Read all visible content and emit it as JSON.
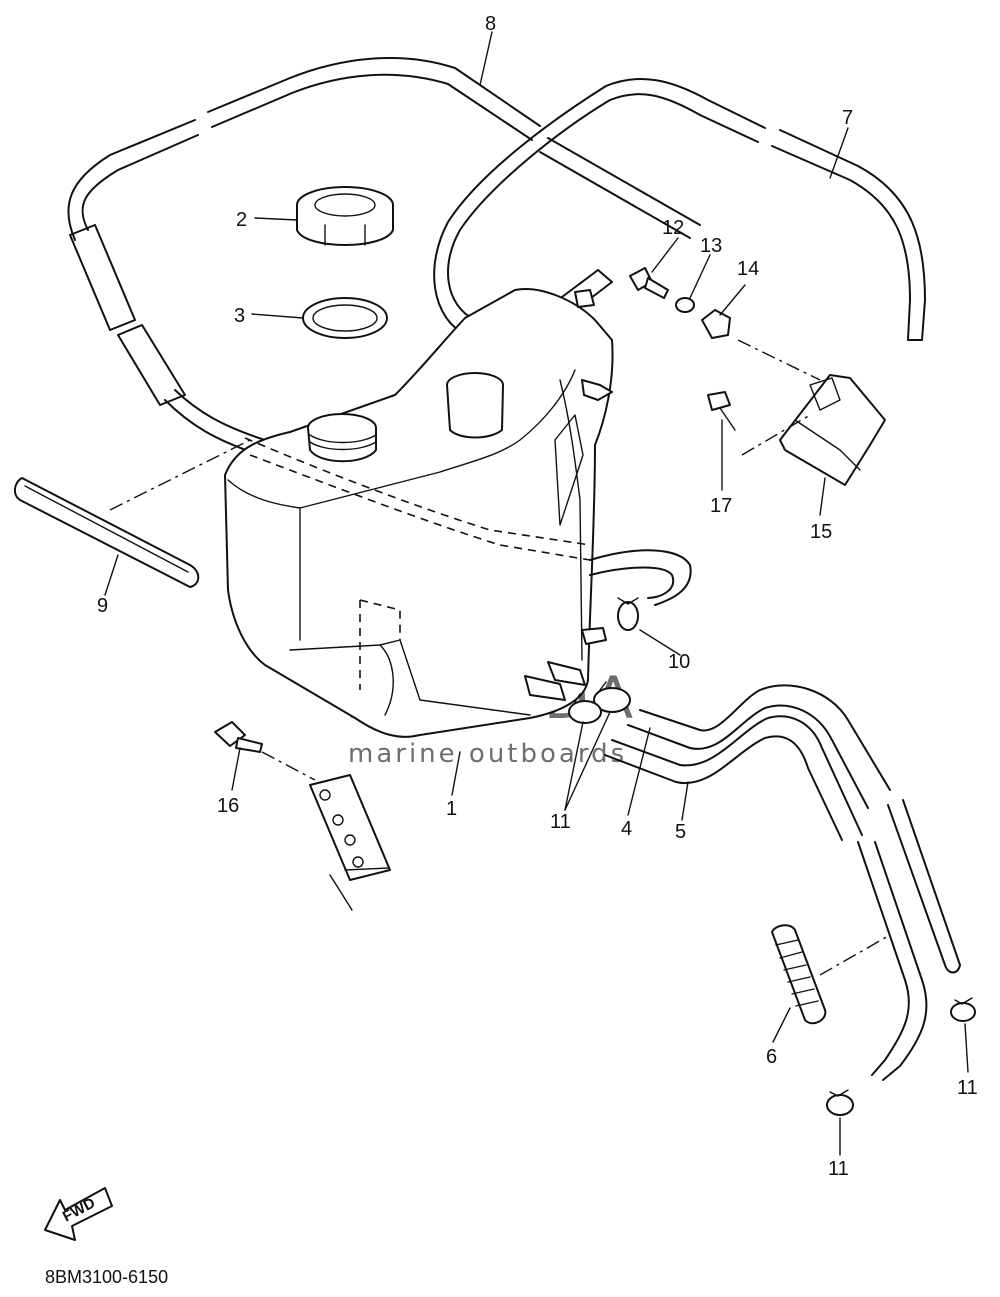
{
  "diagram": {
    "part_code": "8BM3100-6150",
    "fwd_label": "FWD",
    "watermark": {
      "title": "ARMADA",
      "subtitle": "marine outboards",
      "logo": "propeller-logo",
      "color": "#e8a6c8"
    },
    "callouts": [
      {
        "id": "c1",
        "label": "1"
      },
      {
        "id": "c2",
        "label": "2"
      },
      {
        "id": "c3",
        "label": "3"
      },
      {
        "id": "c4",
        "label": "4"
      },
      {
        "id": "c5",
        "label": "5"
      },
      {
        "id": "c6",
        "label": "6"
      },
      {
        "id": "c7",
        "label": "7"
      },
      {
        "id": "c8",
        "label": "8"
      },
      {
        "id": "c9",
        "label": "9"
      },
      {
        "id": "c10",
        "label": "10"
      },
      {
        "id": "c11a",
        "label": "11"
      },
      {
        "id": "c11b",
        "label": "11"
      },
      {
        "id": "c11c",
        "label": "11"
      },
      {
        "id": "c12",
        "label": "12"
      },
      {
        "id": "c13",
        "label": "13"
      },
      {
        "id": "c14",
        "label": "14"
      },
      {
        "id": "c15",
        "label": "15"
      },
      {
        "id": "c16",
        "label": "16"
      },
      {
        "id": "c17",
        "label": "17"
      }
    ]
  }
}
